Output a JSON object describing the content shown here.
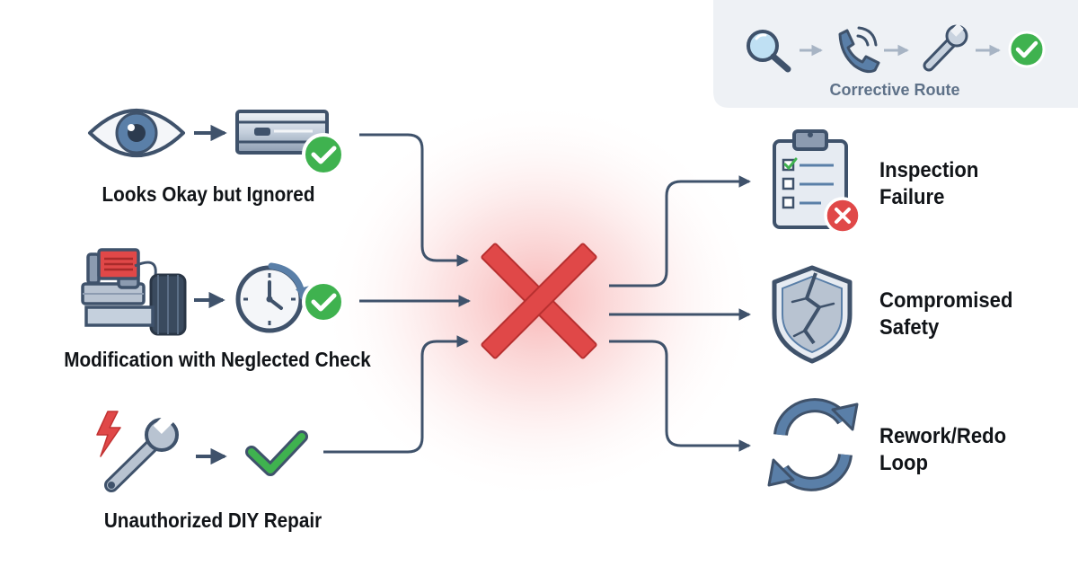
{
  "corrective_route": {
    "label": "Corrective Route",
    "steps": [
      "magnifier-icon",
      "phone-icon",
      "wrench-icon",
      "check-circle-icon"
    ]
  },
  "causes": [
    {
      "label": "Looks Okay but Ignored",
      "icons": [
        "eye-icon",
        "metal-bracket-icon",
        "check-badge-icon"
      ]
    },
    {
      "label": "Modification with Neglected Check",
      "icons": [
        "engine-modification-icon",
        "clock-icon",
        "check-badge-icon"
      ]
    },
    {
      "label": "Unauthorized DIY Repair",
      "icons": [
        "lightning-wrench-icon",
        "checkmark-icon"
      ]
    }
  ],
  "center": {
    "icon": "red-x-icon"
  },
  "outcomes": [
    {
      "line1": "Inspection",
      "line2": "Failure",
      "icon": "clipboard-fail-icon"
    },
    {
      "line1": "Compromised",
      "line2": "Safety",
      "icon": "cracked-shield-icon"
    },
    {
      "line1": "Rework/Redo",
      "line2": "Loop",
      "icon": "rework-loop-icon"
    }
  ],
  "colors": {
    "stroke": "#3f526b",
    "icon_fill": "#e6ebf2",
    "accent_blue": "#5a7fa8",
    "success": "#3fb24f",
    "error": "#e04848",
    "panel": "#eef1f5",
    "panel_text": "#5e7188"
  }
}
